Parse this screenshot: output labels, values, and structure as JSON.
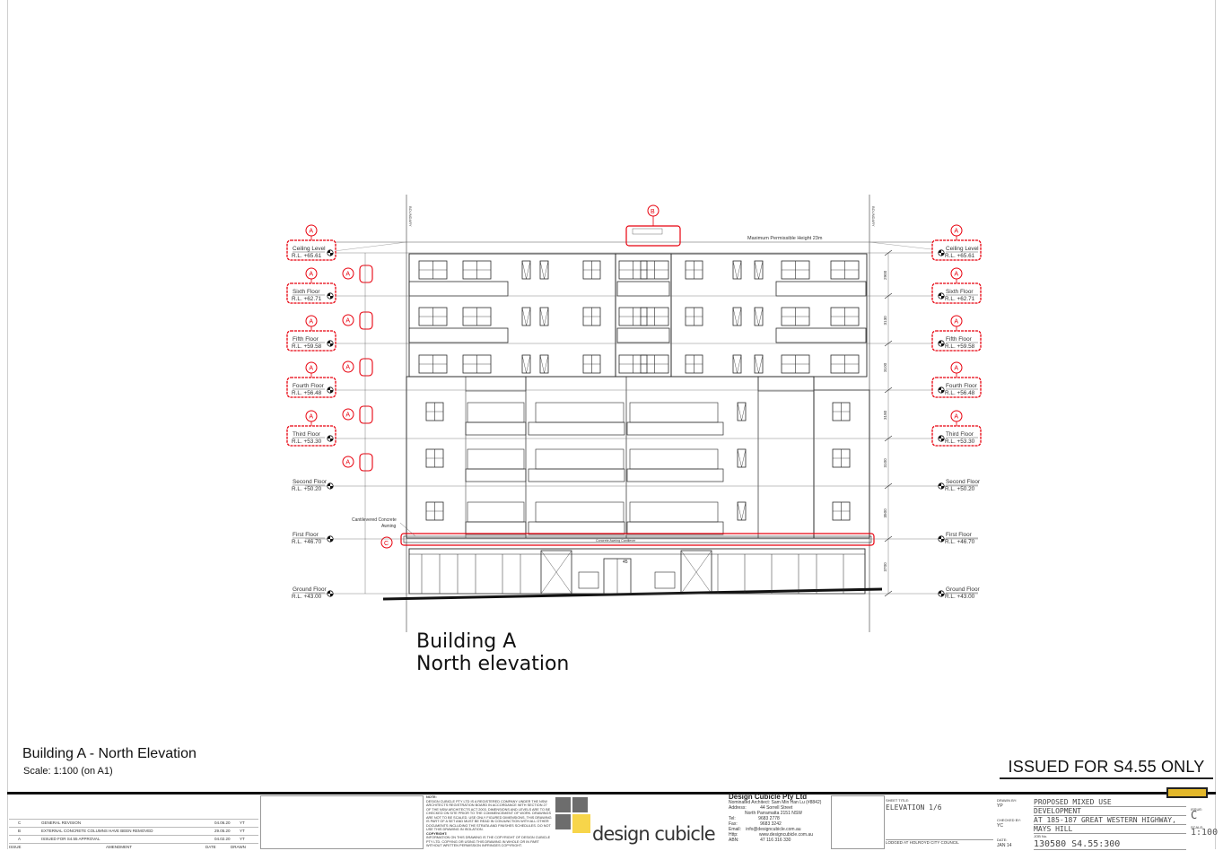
{
  "drawing": {
    "caption_line1": "Building A",
    "caption_line2": "North elevation",
    "max_height_label": "Maximum Permissible Height 23m",
    "boundary_label": "BOUNDARY",
    "awning_label": "Cantilevered Concrete Awning",
    "awning_note": "Concrete Awning Cantilever",
    "address_number": "45",
    "levels": [
      {
        "name": "Ceiling Level",
        "rl": "R.L. +65.61",
        "clouded": true
      },
      {
        "name": "Sixth Floor",
        "rl": "R.L. +62.71",
        "clouded": true
      },
      {
        "name": "Fifth Floor",
        "rl": "R.L. +59.58",
        "clouded": true
      },
      {
        "name": "Fourth Floor",
        "rl": "R.L. +56.48",
        "clouded": true
      },
      {
        "name": "Third Floor",
        "rl": "R.L. +53.30",
        "clouded": true
      },
      {
        "name": "Second Floor",
        "rl": "R.L. +50.20",
        "clouded": false
      },
      {
        "name": "First Floor",
        "rl": "R.L. +46.70",
        "clouded": false
      },
      {
        "name": "Ground Floor",
        "rl": "R.L. +43.00",
        "clouded": false
      }
    ],
    "dims_right": [
      "2900",
      "3130",
      "3100",
      "3180",
      "3100",
      "3500",
      "3700"
    ],
    "rev_tags": {
      "a": "A",
      "b": "B",
      "c": "C"
    }
  },
  "sheet": {
    "title": "Building A - North Elevation",
    "scale": "Scale: 1:100 (on A1)",
    "issued": "ISSUED FOR S4.55 ONLY"
  },
  "title_block": {
    "revisions": [
      {
        "issue": "C",
        "amendment": "GENERAL REVISION",
        "date": "04.06.20",
        "drawn": "YT"
      },
      {
        "issue": "B",
        "amendment": "EXTERNAL CONCRETE COLUMNS HAVE BEEN REMOVED",
        "date": "29.05.20",
        "drawn": "YT"
      },
      {
        "issue": "A",
        "amendment": "ISSUED FOR S4.55 APPROVAL",
        "date": "04.02.20",
        "drawn": "YT"
      }
    ],
    "rev_headers": {
      "issue": "ISSUE",
      "amendment": "AMENDMENT",
      "date": "DATE",
      "drawn": "DRAWN"
    },
    "note_title": "NOTE:",
    "note_text": "DESIGN CUBICLE PTY LTD IS A REGISTERED COMPANY UNDER THE NSW ARCHITECTS REGISTRATION BOARD IN ACCORDANCE WITH SECTION 27 OF THE NSW ARCHITECTS ACT 2003. DIMENSIONS AND LEVELS ARE TO BE CHECKED ON SITE PRIOR TO THE COMMENCEMENT OF WORK. DRAWINGS ARE NOT TO BE SCALED. USE ONLY FIGURED DIMENSIONS. THIS DRAWING IS PART OF A SET AND MUST BE READ IN CONJUNCTION WITH ALL OTHER DOCUMENTS INCLUDING THE STRATA AND FINISHES SCHEDULES. DO NOT USE THIS DRAWING IN ISOLATION.",
    "copyright_title": "COPYRIGHT:",
    "copyright_text": "INFORMATION ON THIS DRAWING IS THE COPYRIGHT OF DESIGN CUBICLE PTY LTD. COPYING OR USING THIS DRAWING IN WHOLE OR IN PART WITHOUT WRITTEN PERMISSION INFRINGES COPYRIGHT.",
    "logo_text": "design cubicle",
    "firm": "Design Cubicle Pty Ltd",
    "architect": "Nominated Architect: Sam Min Han Lu (#8842)",
    "address_label": "Address:",
    "address_1": "44 Sorrell Street",
    "address_2": "North Parramatta 2151 NSW",
    "tel_label": "Tel:",
    "tel": "9683 2778",
    "fax_label": "Fax:",
    "fax": "9683 3242",
    "email_label": "Email:",
    "email": "info@designcubicle.com.au",
    "http_label": "Http:",
    "http": "www.designcubicle.com.au",
    "abn_label": "ABN:",
    "abn": "47 116 316 330",
    "sheet_title_label": "SHEET TITLE:",
    "sheet_title": "ELEVATION 1/6",
    "council": "LODGED AT HOLROYD CITY COUNCIL",
    "drawn_by_label": "DRAWN BY:",
    "drawn_by": "YP",
    "checked_by_label": "CHECKED BY:",
    "checked_by": "YC",
    "date_label": "DATE:",
    "date": "JAN 14",
    "project_1": "PROPOSED MIXED USE",
    "project_2": "DEVELOPMENT",
    "project_3": "AT 185-187 GREAT WESTERN HIGHWAY,",
    "project_4": "MAYS HILL",
    "job_label": "JOB No.",
    "job_no": "130580 S4.55:300",
    "issue_label": "ISSUE:",
    "issue": "C",
    "scale_label": "SCALE:",
    "scale": "1:100"
  },
  "colors": {
    "cloud": "#e8000d",
    "line": "#2a2a2a",
    "logo_grey": "#6d6d6d",
    "logo_yellow": "#f7d54a",
    "title_accent": "#e3b82b"
  }
}
